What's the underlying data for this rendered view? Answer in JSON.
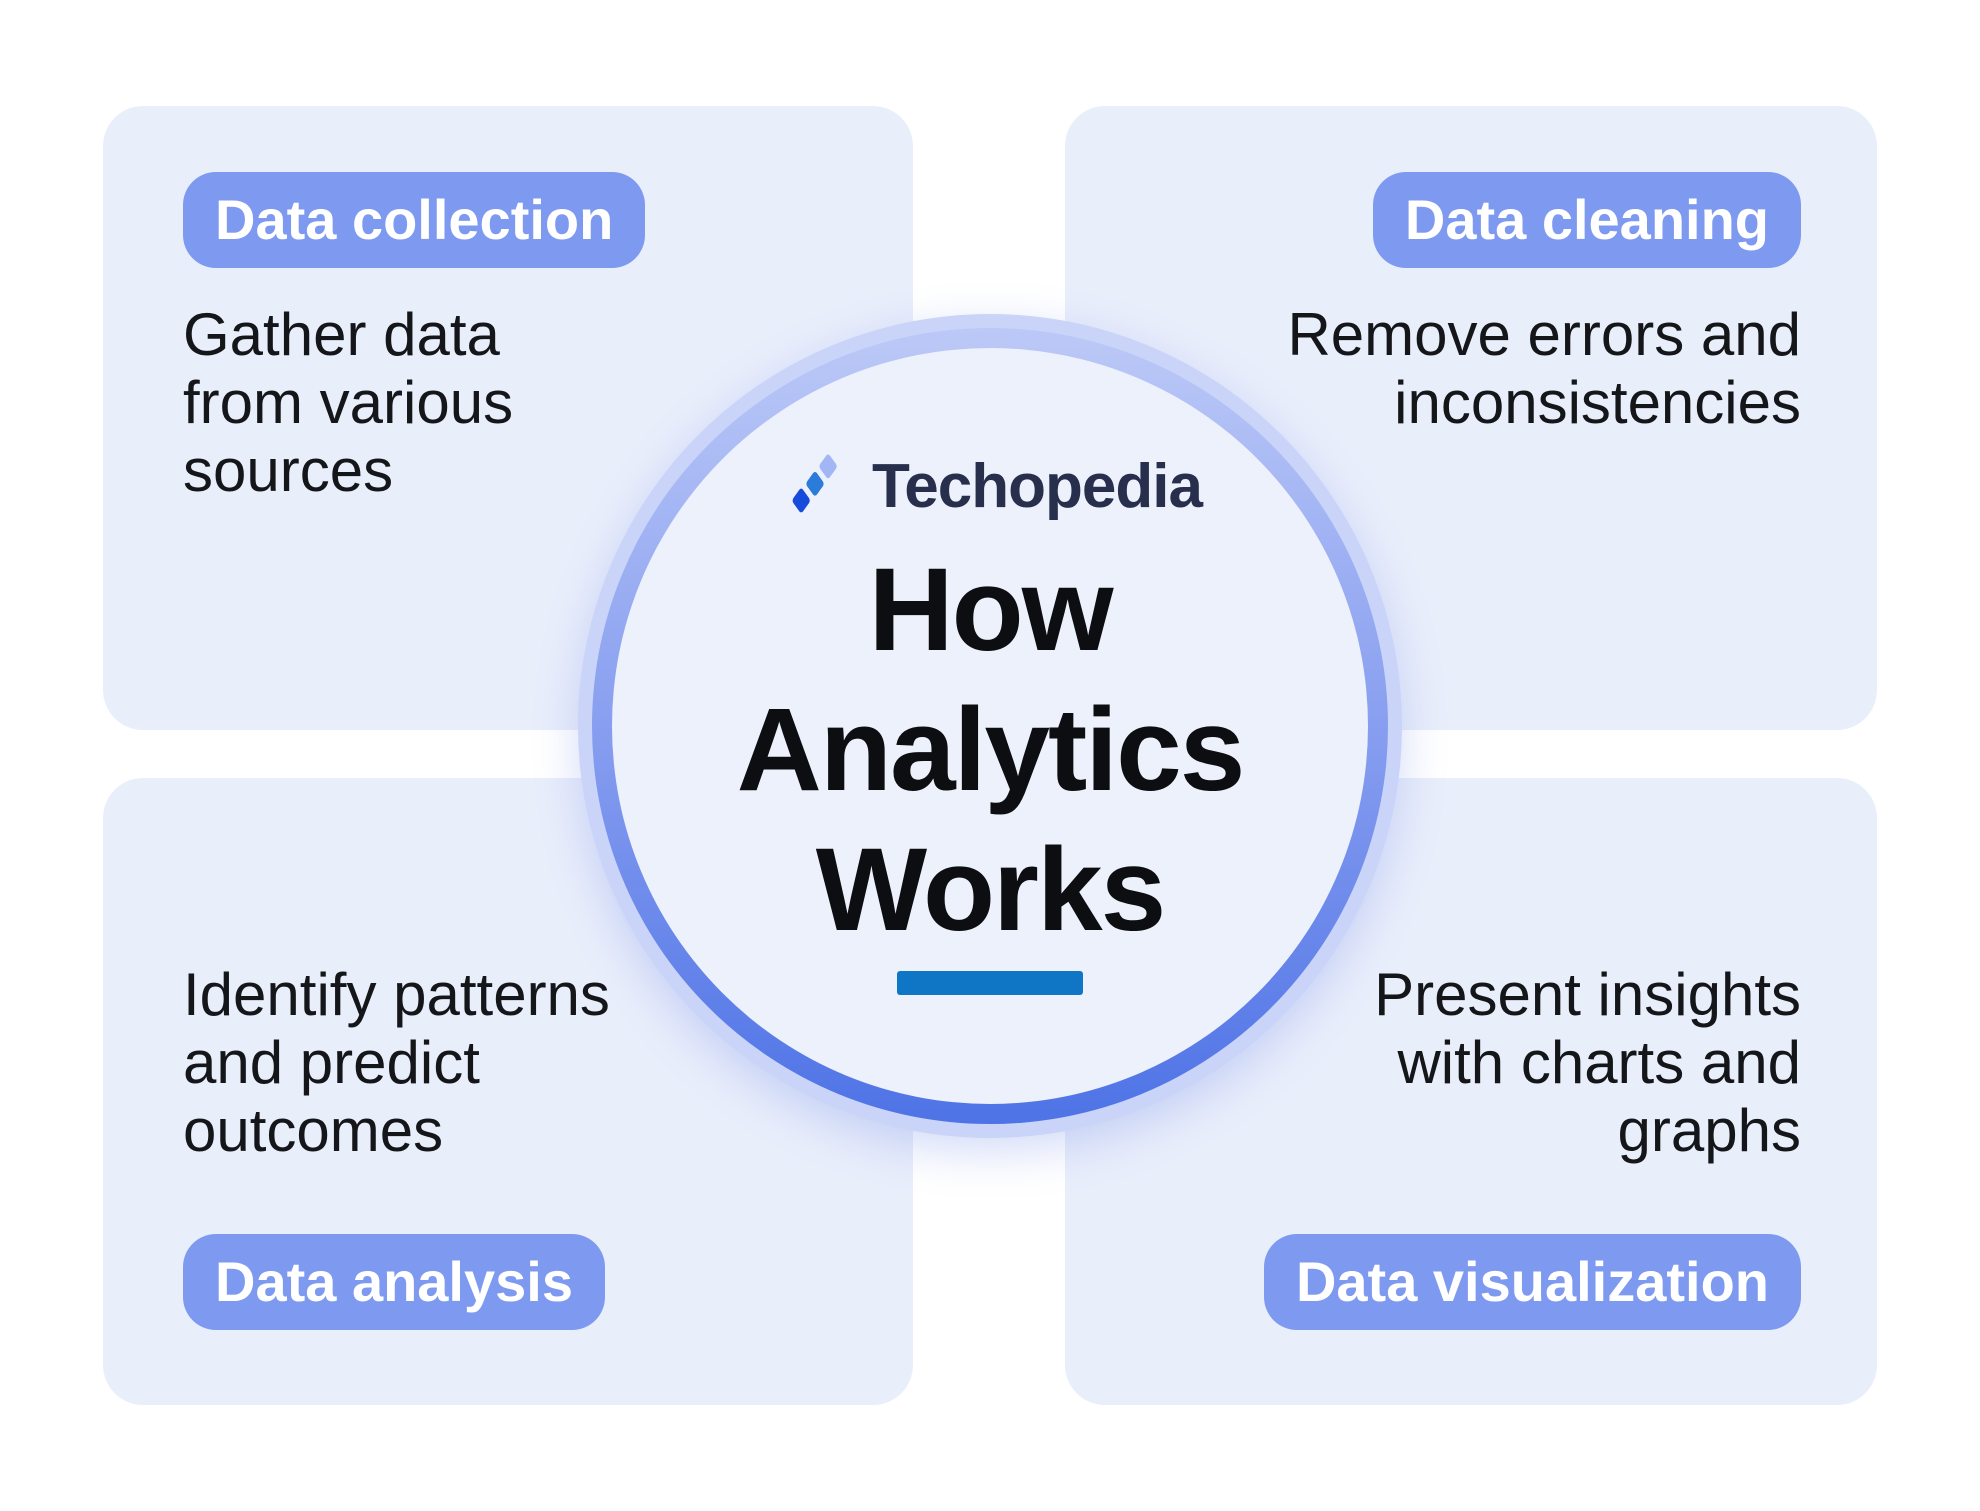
{
  "page": {
    "background": "#FFFFFF"
  },
  "colors": {
    "page_bg": "#FFFFFF",
    "card_bg": "#E9EEFB",
    "badge_bg": "#7E99F0",
    "badge_text": "#FFFFFF",
    "body_text": "#15161A",
    "title_text": "#0D0E11",
    "ring_outer": "#C9D4F8",
    "ring_grad_top": "#BCC9F7",
    "ring_grad_bottom": "#4E73E6",
    "circle_fill": "#EDF1FC",
    "underline": "#0F76C6",
    "logo_text": "#272F4D",
    "logo_mark_front": "#164BDB",
    "logo_mark_middle": "#2B7BD9",
    "logo_mark_back": "#A2B6F6"
  },
  "brand": {
    "name": "Techopedia"
  },
  "center": {
    "title": "How\nAnalytics\nWorks"
  },
  "quadrants": {
    "top_left": {
      "badge": "Data collection",
      "description": "Gather data\nfrom various\nsources"
    },
    "top_right": {
      "badge": "Data cleaning",
      "description": "Remove errors and\ninconsistencies"
    },
    "bottom_left": {
      "badge": "Data analysis",
      "description": "Identify patterns\nand predict\noutcomes"
    },
    "bottom_right": {
      "badge": "Data visualization",
      "description": "Present insights\nwith charts and\ngraphs"
    }
  }
}
